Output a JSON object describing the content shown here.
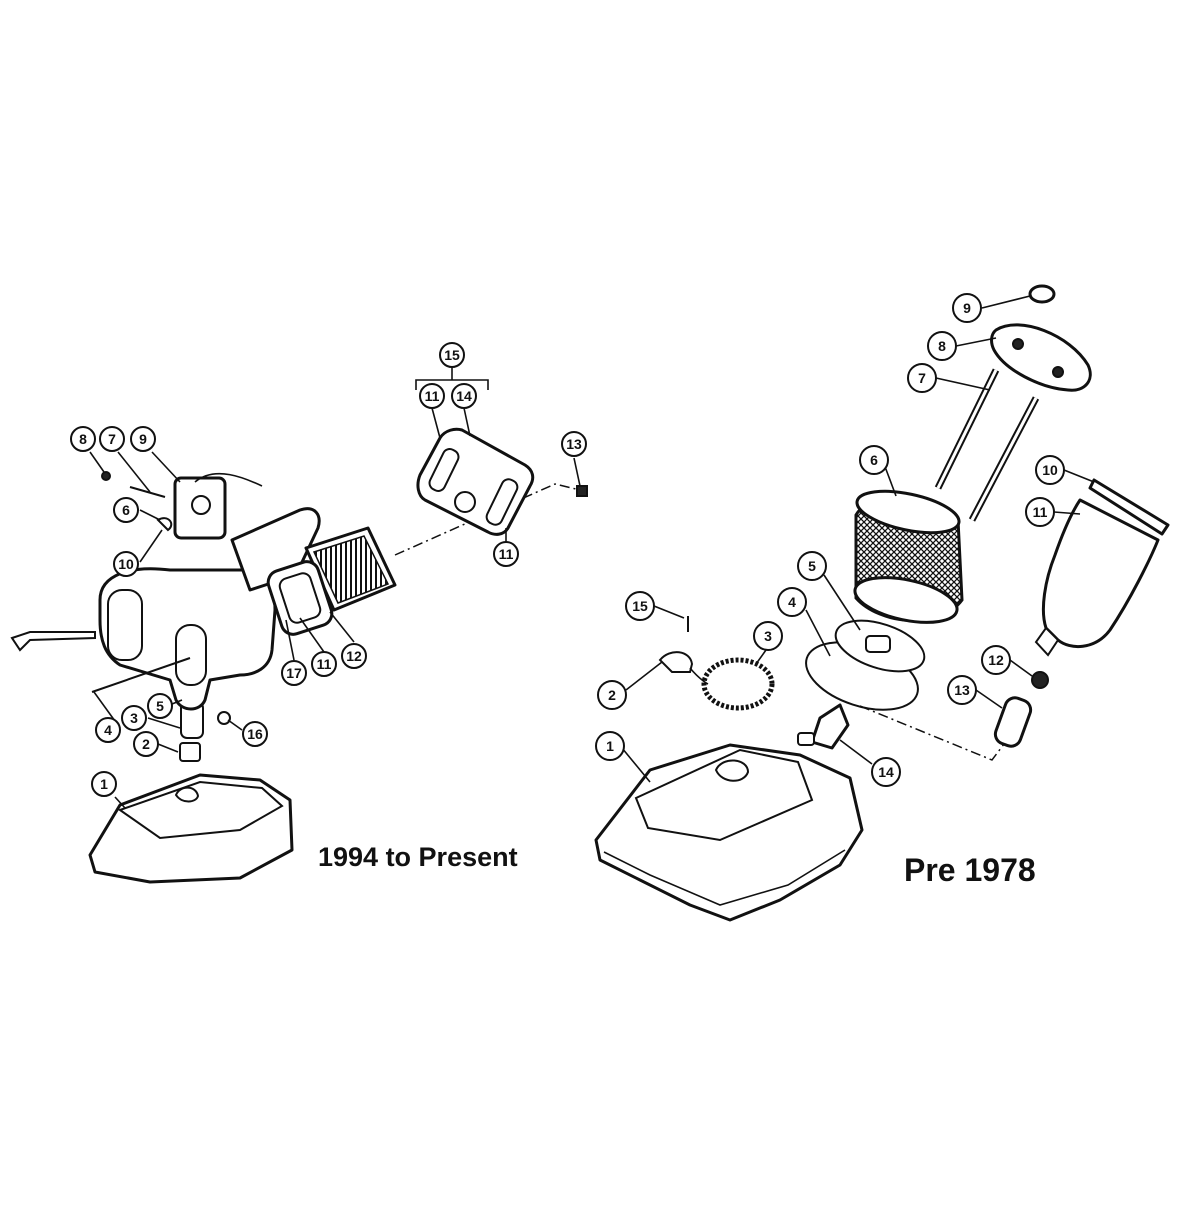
{
  "captions": {
    "left": "1994 to Present",
    "right": "Pre 1978"
  },
  "left_assembly": {
    "callouts": [
      "1",
      "2",
      "3",
      "4",
      "5",
      "6",
      "7",
      "8",
      "9",
      "10",
      "11",
      "11",
      "11",
      "12",
      "13",
      "14",
      "15",
      "16",
      "17"
    ]
  },
  "right_assembly": {
    "callouts": [
      "1",
      "2",
      "3",
      "4",
      "5",
      "6",
      "7",
      "8",
      "9",
      "10",
      "11",
      "12",
      "13",
      "14",
      "15"
    ]
  }
}
